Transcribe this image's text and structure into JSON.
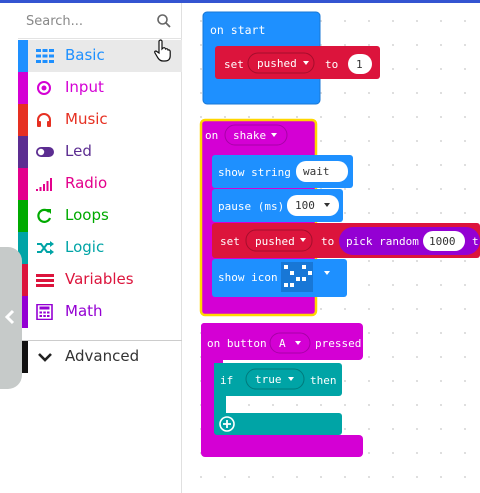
{
  "search": {
    "placeholder": "Search..."
  },
  "categories": [
    {
      "label": "Basic",
      "color": "#1e90ff",
      "icon": "grid-icon"
    },
    {
      "label": "Input",
      "color": "#d400d4",
      "icon": "target-icon"
    },
    {
      "label": "Music",
      "color": "#e63022",
      "icon": "headphones-icon"
    },
    {
      "label": "Led",
      "color": "#5c2d91",
      "icon": "toggle-icon"
    },
    {
      "label": "Radio",
      "color": "#e3008c",
      "icon": "signal-bars-icon"
    },
    {
      "label": "Loops",
      "color": "#00aa00",
      "icon": "refresh-icon"
    },
    {
      "label": "Logic",
      "color": "#00a4a6",
      "icon": "shuffle-icon"
    },
    {
      "label": "Variables",
      "color": "#dc143c",
      "icon": "list-lines-icon"
    },
    {
      "label": "Math",
      "color": "#9400d3",
      "icon": "calculator-icon"
    },
    {
      "label": "Advanced",
      "color": "#111111",
      "icon": "chevron-down-icon"
    }
  ],
  "colors": {
    "basic": "#1e90ff",
    "input": "#d400d4",
    "variables": "#dc143c",
    "math": "#9400d3",
    "logic": "#00a4a6",
    "select_outline": "#ffd700"
  },
  "blocks": {
    "on_start": {
      "label": "on start",
      "set_kw": "set",
      "set_var": "pushed",
      "set_to": "to",
      "set_value": "1"
    },
    "on_shake": {
      "on_kw": "on",
      "event": "shake",
      "show_string": "show string",
      "string_value": "wait",
      "pause": "pause (ms)",
      "pause_value": "100",
      "set_kw": "set",
      "set_var": "pushed",
      "set_to": "to",
      "pick_random": "pick random",
      "random_max": "1000",
      "random_clip": "t",
      "show_icon": "show icon"
    },
    "on_button": {
      "on_button": "on button",
      "button": "A",
      "pressed": "pressed",
      "if_kw": "if",
      "condition": "true",
      "then_kw": "then"
    }
  }
}
